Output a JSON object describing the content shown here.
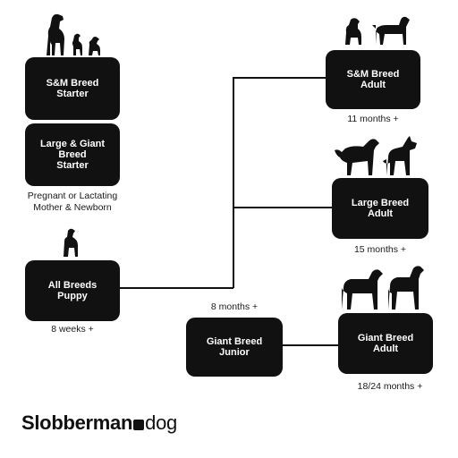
{
  "boxes": {
    "sm_starter": "S&M Breed\nStarter",
    "large_giant_starter": "Large & Giant\nBreed\nStarter",
    "all_breeds_puppy": "All Breeds\nPuppy",
    "giant_junior": "Giant Breed\nJunior",
    "sm_adult": "S&M Breed\nAdult",
    "large_adult": "Large Breed\nAdult",
    "giant_adult": "Giant Breed\nAdult"
  },
  "captions": {
    "pregnant": "Pregnant or Lactating\nMother & Newborn",
    "puppy_age": "8 weeks +",
    "junior_age": "8 months +",
    "sm_adult_age": "11 months +",
    "large_adult_age": "15 months +",
    "giant_adult_age": "18/24 months +"
  },
  "brand": {
    "part1": "Slobberman",
    "part2": "dog"
  },
  "icons": [
    "dog-group-icon",
    "dog-icon",
    "small-dogs-icon",
    "large-dogs-icon",
    "giant-dogs-icon",
    "brand-mark-icon"
  ],
  "colors": {
    "box": "#111111",
    "text_on_box": "#ffffff",
    "line": "#111111"
  }
}
